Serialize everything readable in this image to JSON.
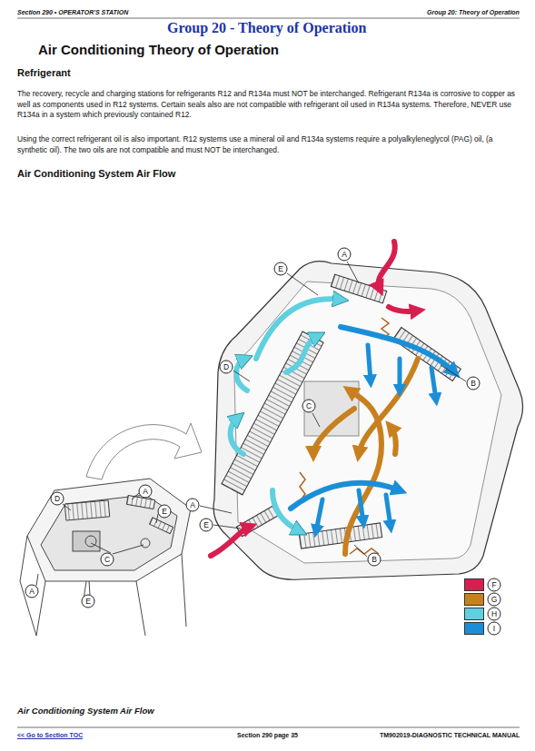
{
  "diagram": {
    "title": "Group 20 - Theory of Operation",
    "caption": "Air Conditioning System Air Flow",
    "labels": [
      "Section 290 • OPERATOR'S STATION",
      "Group 20: Theory of Operation",
      "Air Conditioning Theory of Operation",
      "Refrigerant",
      "The recovery, recycle and charging stations for refrigerants R12 and R134a must NOT be interchanged. Refrigerant R134a is corrosive to copper as well as components used in R12 systems. Certain seals also are not compatible with refrigerant oil used in R134a systems. Therefore, NEVER use R134a in a system which previously contained R12.",
      "Using the correct refrigerant oil is also important. R12 systems use a mineral oil and R134a systems require a polyalkyleneglycol (PAG) oil, (a synthetic oil). The two oils are not compatible and must NOT be interchanged.",
      "Air Conditioning System Air Flow",
      "A",
      "E",
      "D",
      "C",
      "B",
      "A",
      "E",
      "B",
      "D",
      "A",
      "E",
      "C",
      "A",
      "E",
      "<< Go to Section TOC",
      "Section 290 page 35",
      "TM902019-DIAGNOSTIC TECHNICAL MANUAL"
    ],
    "legend": [
      {
        "text": "F",
        "color": "#d81e4f"
      },
      {
        "text": "G",
        "color": "#c8801f"
      },
      {
        "text": "H",
        "color": "#5fd0e0"
      },
      {
        "text": "I",
        "color": "#1a8fd8"
      }
    ]
  }
}
